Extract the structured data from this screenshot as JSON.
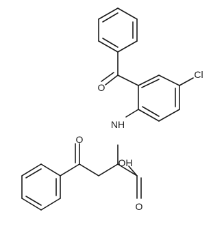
{
  "molecule": {
    "labels": {
      "ketone_oxygen_upper": "O",
      "chlorine": "Cl",
      "amine": "NH",
      "ketone_oxygen_lower": "O",
      "hydroxyl": "OH",
      "carbonyl_oxygen_acid": "O"
    }
  }
}
